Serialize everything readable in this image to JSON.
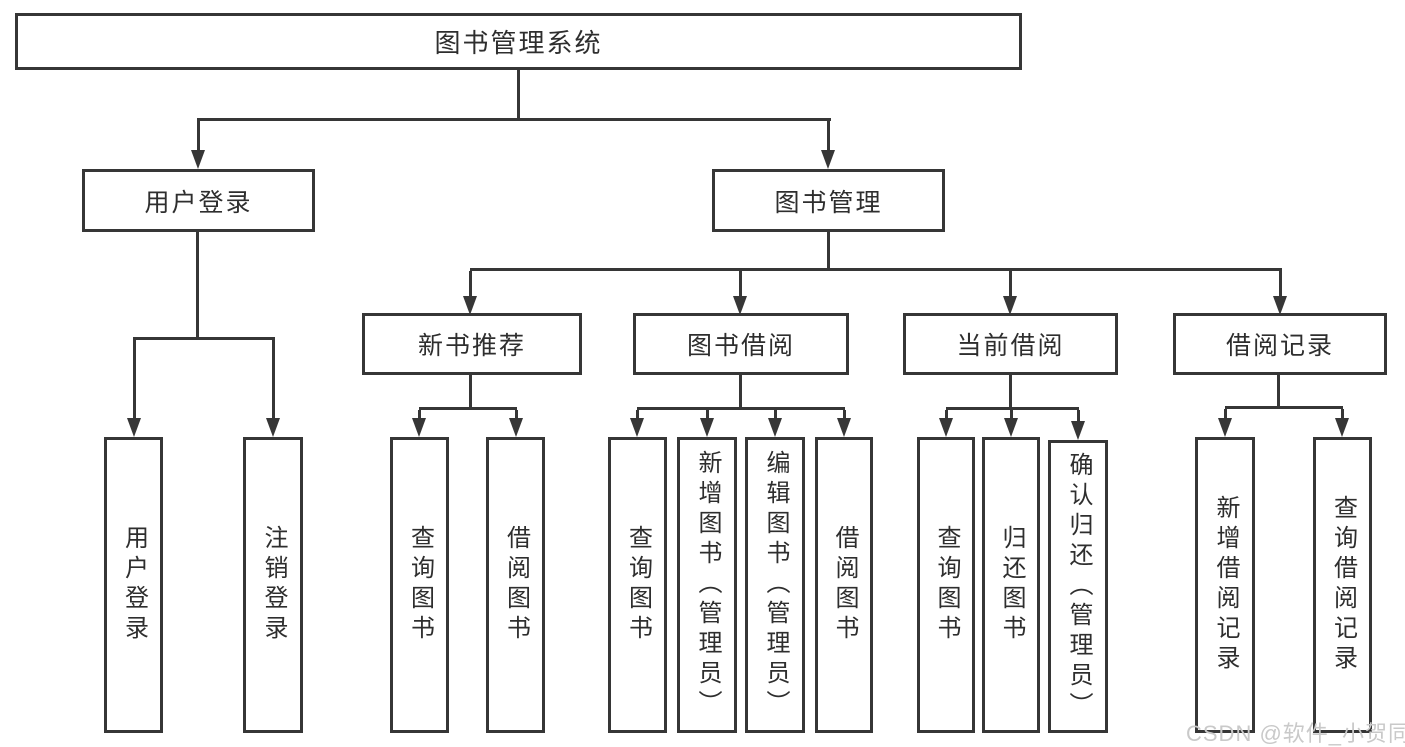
{
  "colors": {
    "line": "#363636",
    "text": "#2e2e2e",
    "watermark": "#c9c9c9",
    "background": "#ffffff"
  },
  "tree": {
    "root": {
      "label": "图书管理系统"
    },
    "branches": [
      {
        "label": "用户登录",
        "children": [
          {
            "label": "用户登录"
          },
          {
            "label": "注销登录"
          }
        ]
      },
      {
        "label": "图书管理",
        "children": [
          {
            "label": "新书推荐",
            "children": [
              {
                "label": "查询图书"
              },
              {
                "label": "借阅图书"
              }
            ]
          },
          {
            "label": "图书借阅",
            "children": [
              {
                "label": "查询图书"
              },
              {
                "label": "新增图书（管理员）"
              },
              {
                "label": "编辑图书（管理员）"
              },
              {
                "label": "借阅图书"
              }
            ]
          },
          {
            "label": "当前借阅",
            "children": [
              {
                "label": "查询图书"
              },
              {
                "label": "归还图书"
              },
              {
                "label": "确认归还（管理员）"
              }
            ]
          },
          {
            "label": "借阅记录",
            "children": [
              {
                "label": "新增借阅记录"
              },
              {
                "label": "查询借阅记录"
              }
            ]
          }
        ]
      }
    ]
  },
  "watermark": {
    "text": "CSDN @软件_小贺同学"
  }
}
